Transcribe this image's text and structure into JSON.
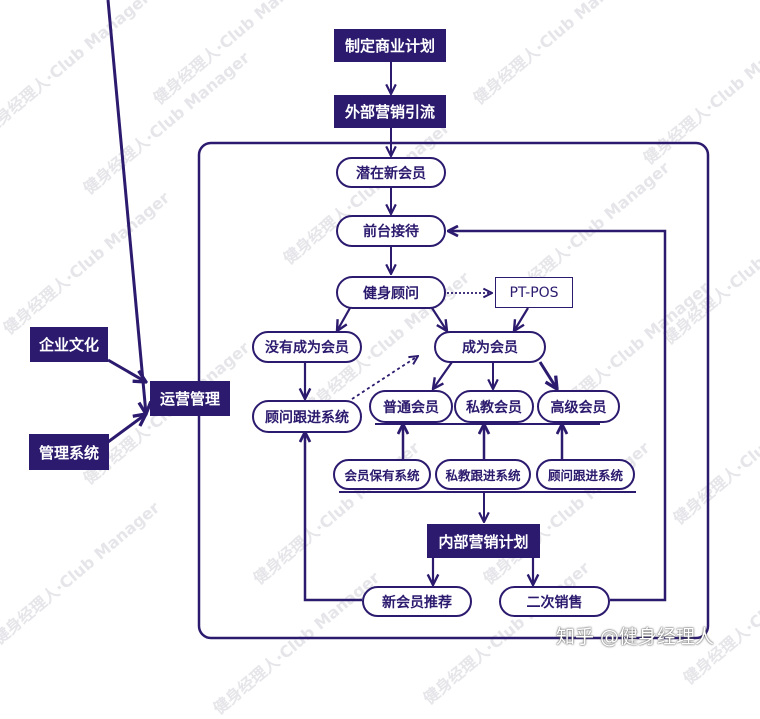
{
  "colors": {
    "primary": "#2c1a6e",
    "background": "#ffffff",
    "watermark": "#e6e6ea"
  },
  "watermark": {
    "text": "健身经理人·Club Manager"
  },
  "credit": {
    "text": "知乎 @健身经理人"
  },
  "nodes": {
    "business_plan": "制定商业计划",
    "external_marketing": "外部营销引流",
    "potential_members": "潜在新会员",
    "front_desk": "前台接待",
    "fitness_consultant": "健身顾问",
    "pt_pos": "PT-POS",
    "not_member": "没有成为会员",
    "become_member": "成为会员",
    "consultant_followup": "顾问跟进系统",
    "regular_member": "普通会员",
    "pt_member": "私教会员",
    "premium_member": "高级会员",
    "member_retention_system": "会员保有系统",
    "pt_followup_system": "私教跟进系统",
    "consultant_followup_system": "顾问跟进系统",
    "internal_marketing": "内部营销计划",
    "new_member_referral": "新会员推荐",
    "secondary_sales": "二次销售",
    "corporate_culture": "企业文化",
    "management_system": "管理系统",
    "operations_management": "运营管理"
  },
  "edges": [
    {
      "from": "business_plan",
      "to": "external_marketing",
      "style": "solid"
    },
    {
      "from": "external_marketing",
      "to": "potential_members",
      "style": "solid"
    },
    {
      "from": "potential_members",
      "to": "front_desk",
      "style": "solid"
    },
    {
      "from": "front_desk",
      "to": "fitness_consultant",
      "style": "solid"
    },
    {
      "from": "fitness_consultant",
      "to": "pt_pos",
      "style": "dotted"
    },
    {
      "from": "fitness_consultant",
      "to": "not_member",
      "style": "solid"
    },
    {
      "from": "fitness_consultant",
      "to": "become_member",
      "style": "solid"
    },
    {
      "from": "pt_pos",
      "to": "become_member",
      "style": "solid"
    },
    {
      "from": "not_member",
      "to": "consultant_followup",
      "style": "solid"
    },
    {
      "from": "consultant_followup",
      "to": "become_member",
      "style": "dotted"
    },
    {
      "from": "become_member",
      "to": "regular_member",
      "style": "solid"
    },
    {
      "from": "become_member",
      "to": "pt_member",
      "style": "solid"
    },
    {
      "from": "become_member",
      "to": "premium_member",
      "style": "solid"
    },
    {
      "from": "member_retention_system",
      "to": "regular_member",
      "style": "solid"
    },
    {
      "from": "pt_followup_system",
      "to": "pt_member",
      "style": "solid"
    },
    {
      "from": "consultant_followup_system",
      "to": "premium_member",
      "style": "solid"
    },
    {
      "from": "followup_systems",
      "to": "internal_marketing",
      "style": "solid"
    },
    {
      "from": "internal_marketing",
      "to": "new_member_referral",
      "style": "solid"
    },
    {
      "from": "internal_marketing",
      "to": "secondary_sales",
      "style": "solid"
    },
    {
      "from": "new_member_referral",
      "to": "consultant_followup",
      "style": "solid"
    },
    {
      "from": "secondary_sales",
      "to": "front_desk",
      "style": "solid"
    },
    {
      "from": "corporate_culture",
      "to": "operations_management",
      "style": "solid"
    },
    {
      "from": "management_system",
      "to": "operations_management",
      "style": "solid"
    }
  ]
}
